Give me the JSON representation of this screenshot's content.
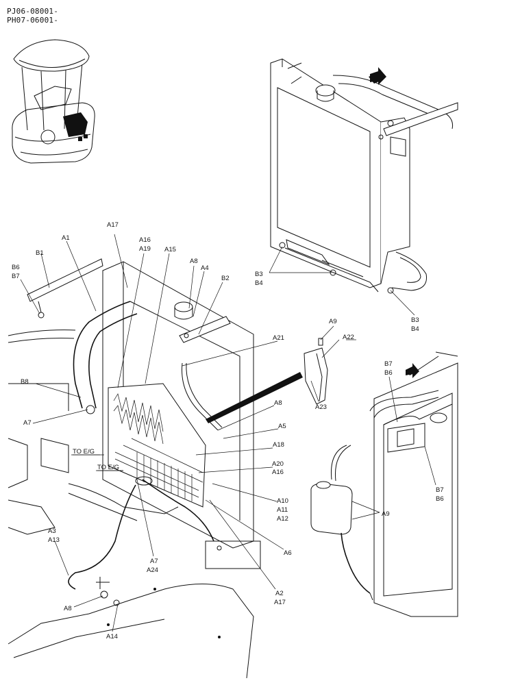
{
  "header": {
    "serial_1": "PJ06-08001-",
    "serial_2": "PH07-06001-"
  },
  "callouts": [
    {
      "id": "c-b3-b4-top",
      "lines": [
        "B3",
        "B4"
      ]
    },
    {
      "id": "c-b3-b4-bottom",
      "lines": [
        "B3",
        "B4"
      ]
    },
    {
      "id": "c-a17-top",
      "lines": [
        "A17"
      ]
    },
    {
      "id": "c-a1",
      "lines": [
        "A1"
      ]
    },
    {
      "id": "c-a16-a19",
      "lines": [
        "A16",
        "A19"
      ]
    },
    {
      "id": "c-a15",
      "lines": [
        "A15"
      ]
    },
    {
      "id": "c-a8-top",
      "lines": [
        "A8"
      ]
    },
    {
      "id": "c-a4",
      "lines": [
        "A4"
      ]
    },
    {
      "id": "c-b1",
      "lines": [
        "B1"
      ]
    },
    {
      "id": "c-b6-b7-left",
      "lines": [
        "B6",
        "B7"
      ]
    },
    {
      "id": "c-b2",
      "lines": [
        "B2"
      ]
    },
    {
      "id": "c-a21",
      "lines": [
        "A21"
      ]
    },
    {
      "id": "c-a9-top",
      "lines": [
        "A9"
      ]
    },
    {
      "id": "c-a22",
      "lines": [
        "A22"
      ]
    },
    {
      "id": "c-a23",
      "lines": [
        "A23"
      ]
    },
    {
      "id": "c-b7-b6-top",
      "lines": [
        "B7",
        "B6"
      ]
    },
    {
      "id": "c-b8",
      "lines": [
        "B8"
      ]
    },
    {
      "id": "c-a7-left",
      "lines": [
        "A7"
      ]
    },
    {
      "id": "c-a8-mid",
      "lines": [
        "A8"
      ]
    },
    {
      "id": "c-a5",
      "lines": [
        "A5"
      ]
    },
    {
      "id": "c-a18",
      "lines": [
        "A18"
      ]
    },
    {
      "id": "c-a20-a16",
      "lines": [
        "A20",
        "A16"
      ]
    },
    {
      "id": "c-a10-a11-a12",
      "lines": [
        "A10",
        "A11",
        "A12"
      ]
    },
    {
      "id": "c-b7-b6-right",
      "lines": [
        "B7",
        "B6"
      ]
    },
    {
      "id": "c-a9-right",
      "lines": [
        "A9"
      ]
    },
    {
      "id": "c-a3-a13",
      "lines": [
        "A3",
        "A13"
      ]
    },
    {
      "id": "c-a6",
      "lines": [
        "A6"
      ]
    },
    {
      "id": "c-a7-a24",
      "lines": [
        "A7",
        "A24"
      ]
    },
    {
      "id": "c-a2-a17",
      "lines": [
        "A2",
        "A17"
      ]
    },
    {
      "id": "c-a8-bottom",
      "lines": [
        "A8"
      ]
    },
    {
      "id": "c-a14",
      "lines": [
        "A14"
      ]
    }
  ],
  "route_labels": {
    "to_eg_1": "TO E/G",
    "to_eg_2": "TO E/G"
  }
}
